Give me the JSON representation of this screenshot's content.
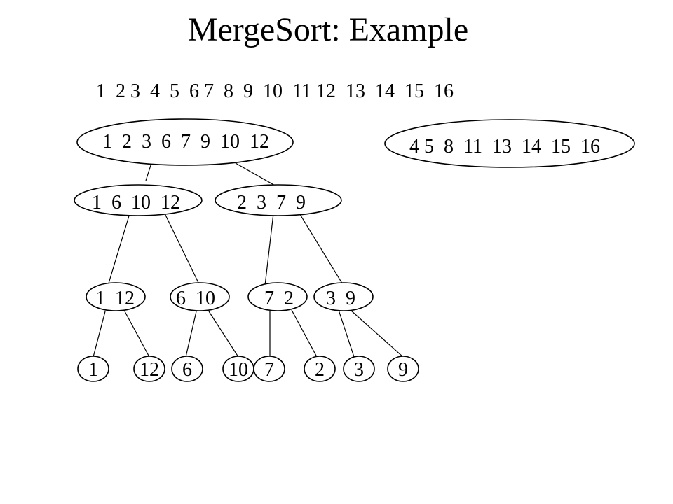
{
  "title": "MergeSort: Example",
  "sorted_result": "1  2 3  4  5  6 7  8  9  10  11 12  13  14  15  16",
  "left_half_merged": "1  2  3  6  7  9  10  12",
  "right_half_merged": "4 5  8  11  13  14  15  16",
  "level2": {
    "left": "1  6  10  12",
    "right": "2  3  7  9"
  },
  "level3": [
    "1  12",
    "6  10",
    "7  2",
    "3  9"
  ],
  "leaves": [
    "1",
    "12",
    "6",
    "10",
    "7",
    "2",
    "3",
    "9"
  ]
}
